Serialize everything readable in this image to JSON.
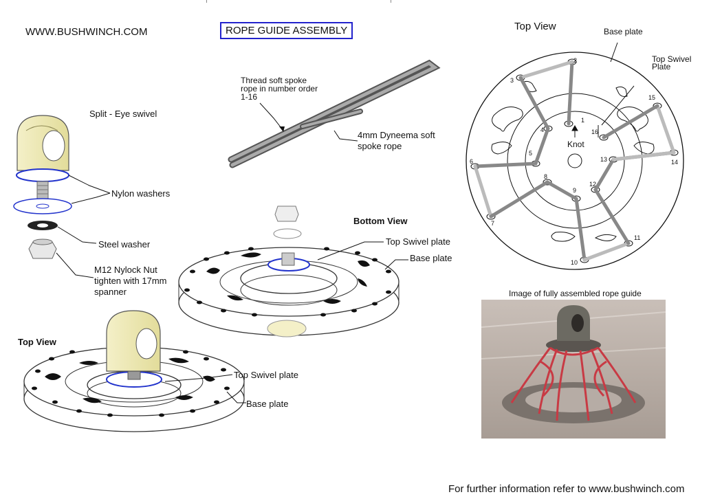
{
  "header": {
    "website": "WWW.BUSHWINCH.COM",
    "title": "ROPE GUIDE ASSEMBLY"
  },
  "labels": {
    "split_eye_swivel": "Split - Eye swivel",
    "nylon_washers": "Nylon washers",
    "steel_washer": "Steel washer",
    "nut_line1": "M12 Nylock Nut",
    "nut_line2": "tighten with 17mm",
    "nut_line3": "spanner",
    "thread_line1": "Thread soft spoke",
    "thread_line2": "rope in number order",
    "thread_line3": "1-16",
    "dyneema_line1": "4mm Dyneema soft",
    "dyneema_line2": "spoke rope",
    "bottom_view": "Bottom View",
    "bottom_top_swivel": "Top Swivel plate",
    "bottom_base_plate": "Base plate",
    "top_view_left": "Top View",
    "left_top_swivel": "Top Swivel plate",
    "left_base_plate": "Base plate",
    "top_view_right": "Top View",
    "right_base_plate": "Base plate",
    "right_top_swivel_line1": "Top Swivel",
    "right_top_swivel_line2": "Plate",
    "knot": "Knot",
    "photo_caption": "Image of fully assembled rope guide"
  },
  "spoke_numbers": [
    "1",
    "2",
    "3",
    "4",
    "5",
    "6",
    "7",
    "8",
    "9",
    "10",
    "11",
    "12",
    "13",
    "14",
    "15",
    "16"
  ],
  "footer": {
    "info": "For further information refer to www.bushwinch.com"
  }
}
